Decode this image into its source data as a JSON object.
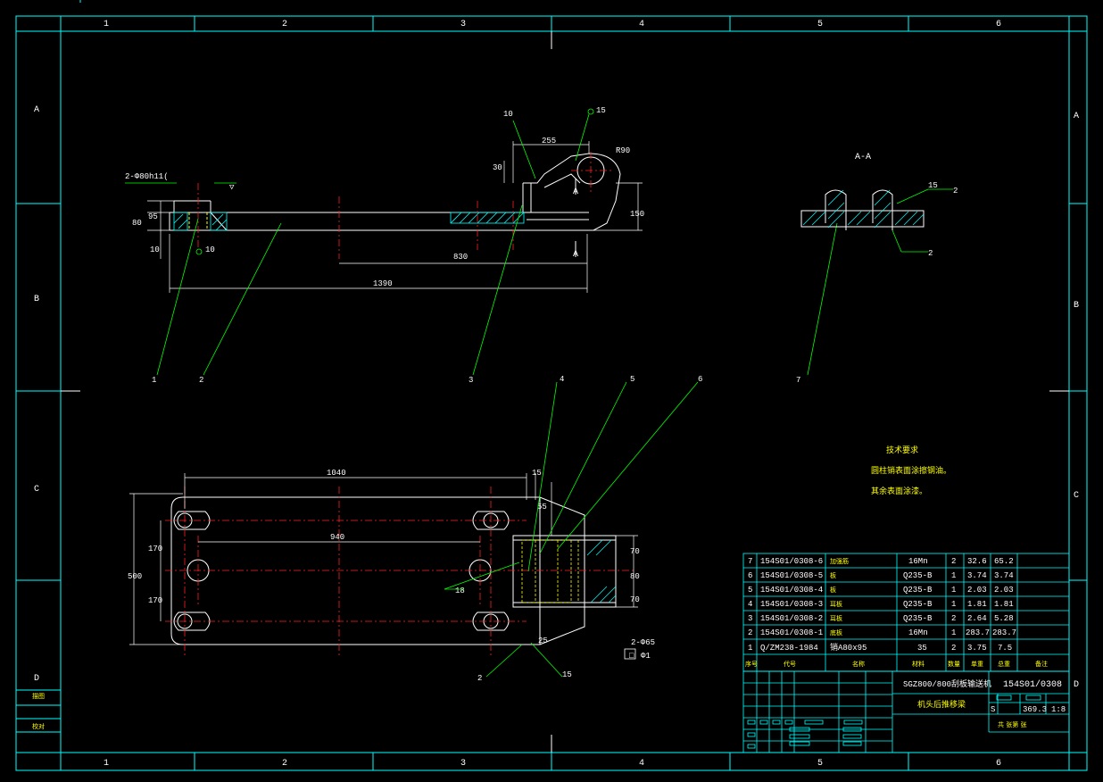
{
  "colors": {
    "frame": "#00ffff",
    "outline": "#ffffff",
    "center": "#ff2020",
    "leader": "#00ff00",
    "hatch": "#00ffff",
    "hidden": "#ffff00",
    "background": "#000000"
  },
  "zones": {
    "columns": [
      "1",
      "2",
      "3",
      "4",
      "5",
      "6"
    ],
    "rows": [
      "A",
      "B",
      "C",
      "D"
    ]
  },
  "dimensions": {
    "holes": "2-Φ80h11(",
    "roughness_top": "▽",
    "roughness_bottom": "10",
    "h80": "80",
    "h95": "95",
    "h10": "10",
    "w255": "255",
    "h30": "30",
    "r90": "R90",
    "h150": "150",
    "d830": "830",
    "d1390": "1390",
    "d1040": "1040",
    "d940": "940",
    "d15": "15",
    "d55": "55",
    "d500": "500",
    "d170a": "170",
    "d170b": "170",
    "d70a": "70",
    "d80": "80",
    "d70b": "70",
    "d65": "2-Φ65",
    "flat": "□",
    "flat2": "Φ1",
    "w25": "25",
    "weld10": "10",
    "weld15": "15",
    "weld15b": "15",
    "weld2": "2",
    "weld2b": "2",
    "weld2c": "2",
    "weld18": "18",
    "weld15c": "15"
  },
  "section": {
    "label": "A-A",
    "cut_a1": "A",
    "cut_a2": "A"
  },
  "balloons": [
    "1",
    "2",
    "3",
    "4",
    "5",
    "6",
    "7"
  ],
  "notes": {
    "title": "技术要求",
    "line1": "圆柱销表面涂擦钢油。",
    "line2": "其余表面涂漆。"
  },
  "bom": {
    "rows": [
      {
        "no": "7",
        "code": "154S01/0308-6",
        "name": "加强筋",
        "material": "16Mn",
        "qty": "2",
        "unit": "32.6",
        "total": "65.2"
      },
      {
        "no": "6",
        "code": "154S01/0308-5",
        "name": "板",
        "material": "Q235-B",
        "qty": "1",
        "unit": "3.74",
        "total": "3.74"
      },
      {
        "no": "5",
        "code": "154S01/0308-4",
        "name": "板",
        "material": "Q235-B",
        "qty": "1",
        "unit": "2.03",
        "total": "2.03"
      },
      {
        "no": "4",
        "code": "154S01/0308-3",
        "name": "耳板",
        "material": "Q235-B",
        "qty": "1",
        "unit": "1.81",
        "total": "1.81"
      },
      {
        "no": "3",
        "code": "154S01/0308-2",
        "name": "耳板",
        "material": "Q235-B",
        "qty": "2",
        "unit": "2.64",
        "total": "5.28"
      },
      {
        "no": "2",
        "code": "154S01/0308-1",
        "name": "底板",
        "material": "16Mn",
        "qty": "1",
        "unit": "283.7",
        "total": "283.7"
      },
      {
        "no": "1",
        "code": "Q/ZM238-1984",
        "name": "销A80x95",
        "material": "35",
        "qty": "2",
        "unit": "3.75",
        "total": "7.5"
      }
    ],
    "headers": {
      "no": "序号",
      "code": "代号",
      "name": "名称",
      "material": "材料",
      "qty": "数量",
      "unit": "单重",
      "total": "总重",
      "remark": "备注"
    }
  },
  "title_block": {
    "project": "SGZ800/800刮板输送机",
    "drawing_no": "154S01/0308",
    "part_name": "机头后推移梁",
    "stage": "S",
    "mass": "369.3",
    "scale": "1:8",
    "sheet": "共 张第 张"
  },
  "left_strip": {
    "label1": "描图",
    "label2": "校对"
  }
}
